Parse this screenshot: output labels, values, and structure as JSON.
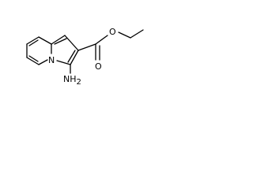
{
  "molecule": {
    "labels": {
      "ring_nitrogen": "N",
      "carbonyl_oxygen": "O",
      "ester_oxygen": "O",
      "amino_group": "NH",
      "amino_subscript": "2"
    },
    "colors": {
      "bond": "#000000",
      "label": "#000000",
      "background": "#ffffff"
    }
  }
}
